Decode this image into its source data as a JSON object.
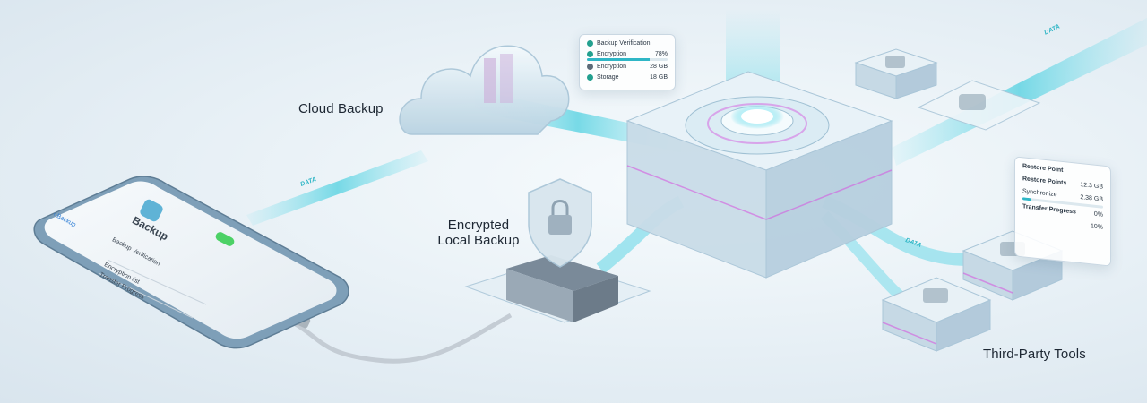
{
  "labels": {
    "cloud_backup": "Cloud Backup",
    "encrypted_local_line1": "Encrypted",
    "encrypted_local_line2": "Local Backup",
    "third_party": "Third-Party Tools"
  },
  "data_tags": [
    "DATA",
    "DATA",
    "DATA"
  ],
  "cloud_card": {
    "rows": [
      {
        "label": "Backup Verification",
        "value": ""
      },
      {
        "label": "Encryption",
        "value": "78%"
      },
      {
        "label": "Encryption",
        "value": "28 GB"
      },
      {
        "label": "Storage",
        "value": "18 GB"
      }
    ],
    "progress": 0.78
  },
  "tools_card": {
    "rows": [
      {
        "label": "Restore Point",
        "value": ""
      },
      {
        "label": "Restore Points",
        "value": "12.3 GB"
      },
      {
        "label": "Synchronize",
        "value": "2.38 GB"
      },
      {
        "label": "Transfer Progress",
        "value": "0%"
      },
      {
        "label": "",
        "value": "10%"
      }
    ],
    "progress": 0.1
  },
  "phone": {
    "back": "Backup",
    "app_title": "Backup",
    "items": [
      "Backup Verification",
      "Encryption list",
      "Transfer Progress"
    ]
  },
  "colors": {
    "accent": "#2fb6c6",
    "glass": "#cfe3ee",
    "magenta": "#d55be0",
    "phone_frame": "#7e9fb8"
  }
}
